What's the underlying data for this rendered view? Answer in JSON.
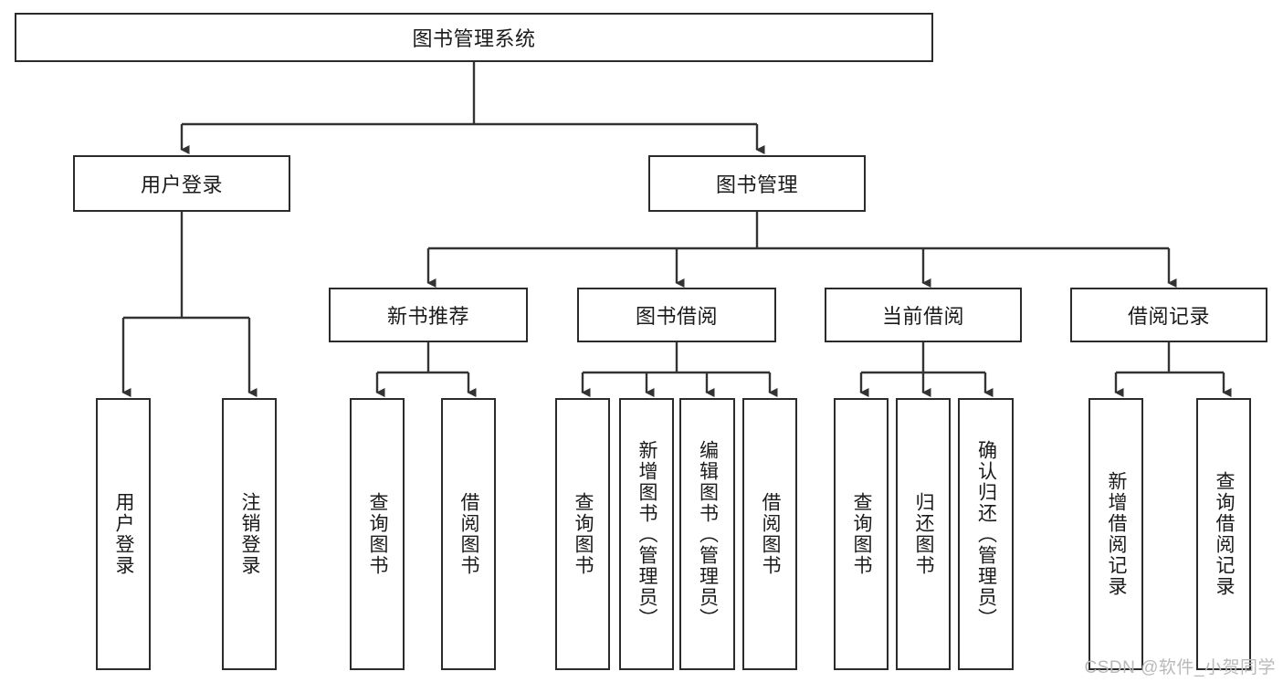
{
  "diagram": {
    "title": "图书管理系统",
    "type": "tree-hierarchy-chart",
    "colors": {
      "border": "#2b2b2b",
      "node_fill": "#ffffff",
      "text": "#1a1a1a",
      "edge": "#333333",
      "watermark": "#b9b9b9",
      "background": "#ffffff"
    }
  },
  "root": {
    "label": "图书管理系统"
  },
  "level2": [
    {
      "label": "用户登录"
    },
    {
      "label": "图书管理"
    }
  ],
  "level3": [
    {
      "label": "新书推荐"
    },
    {
      "label": "图书借阅"
    },
    {
      "label": "当前借阅"
    },
    {
      "label": "借阅记录"
    }
  ],
  "leaves": {
    "user_login": [
      {
        "label": "用户登录"
      },
      {
        "label": "注销登录"
      }
    ],
    "new_book_recommend": [
      {
        "label": "查询图书"
      },
      {
        "label": "借阅图书"
      }
    ],
    "book_borrow": [
      {
        "label": "查询图书"
      },
      {
        "label": "新增图书（管理员）"
      },
      {
        "label": "编辑图书（管理员）"
      },
      {
        "label": "借阅图书"
      }
    ],
    "current_borrow": [
      {
        "label": "查询图书"
      },
      {
        "label": "归还图书"
      },
      {
        "label": "确认归还（管理员）"
      }
    ],
    "borrow_record": [
      {
        "label": "新增借阅记录"
      },
      {
        "label": "查询借阅记录"
      }
    ]
  },
  "watermark": {
    "text": "CSDN @软件_小贺同学"
  }
}
